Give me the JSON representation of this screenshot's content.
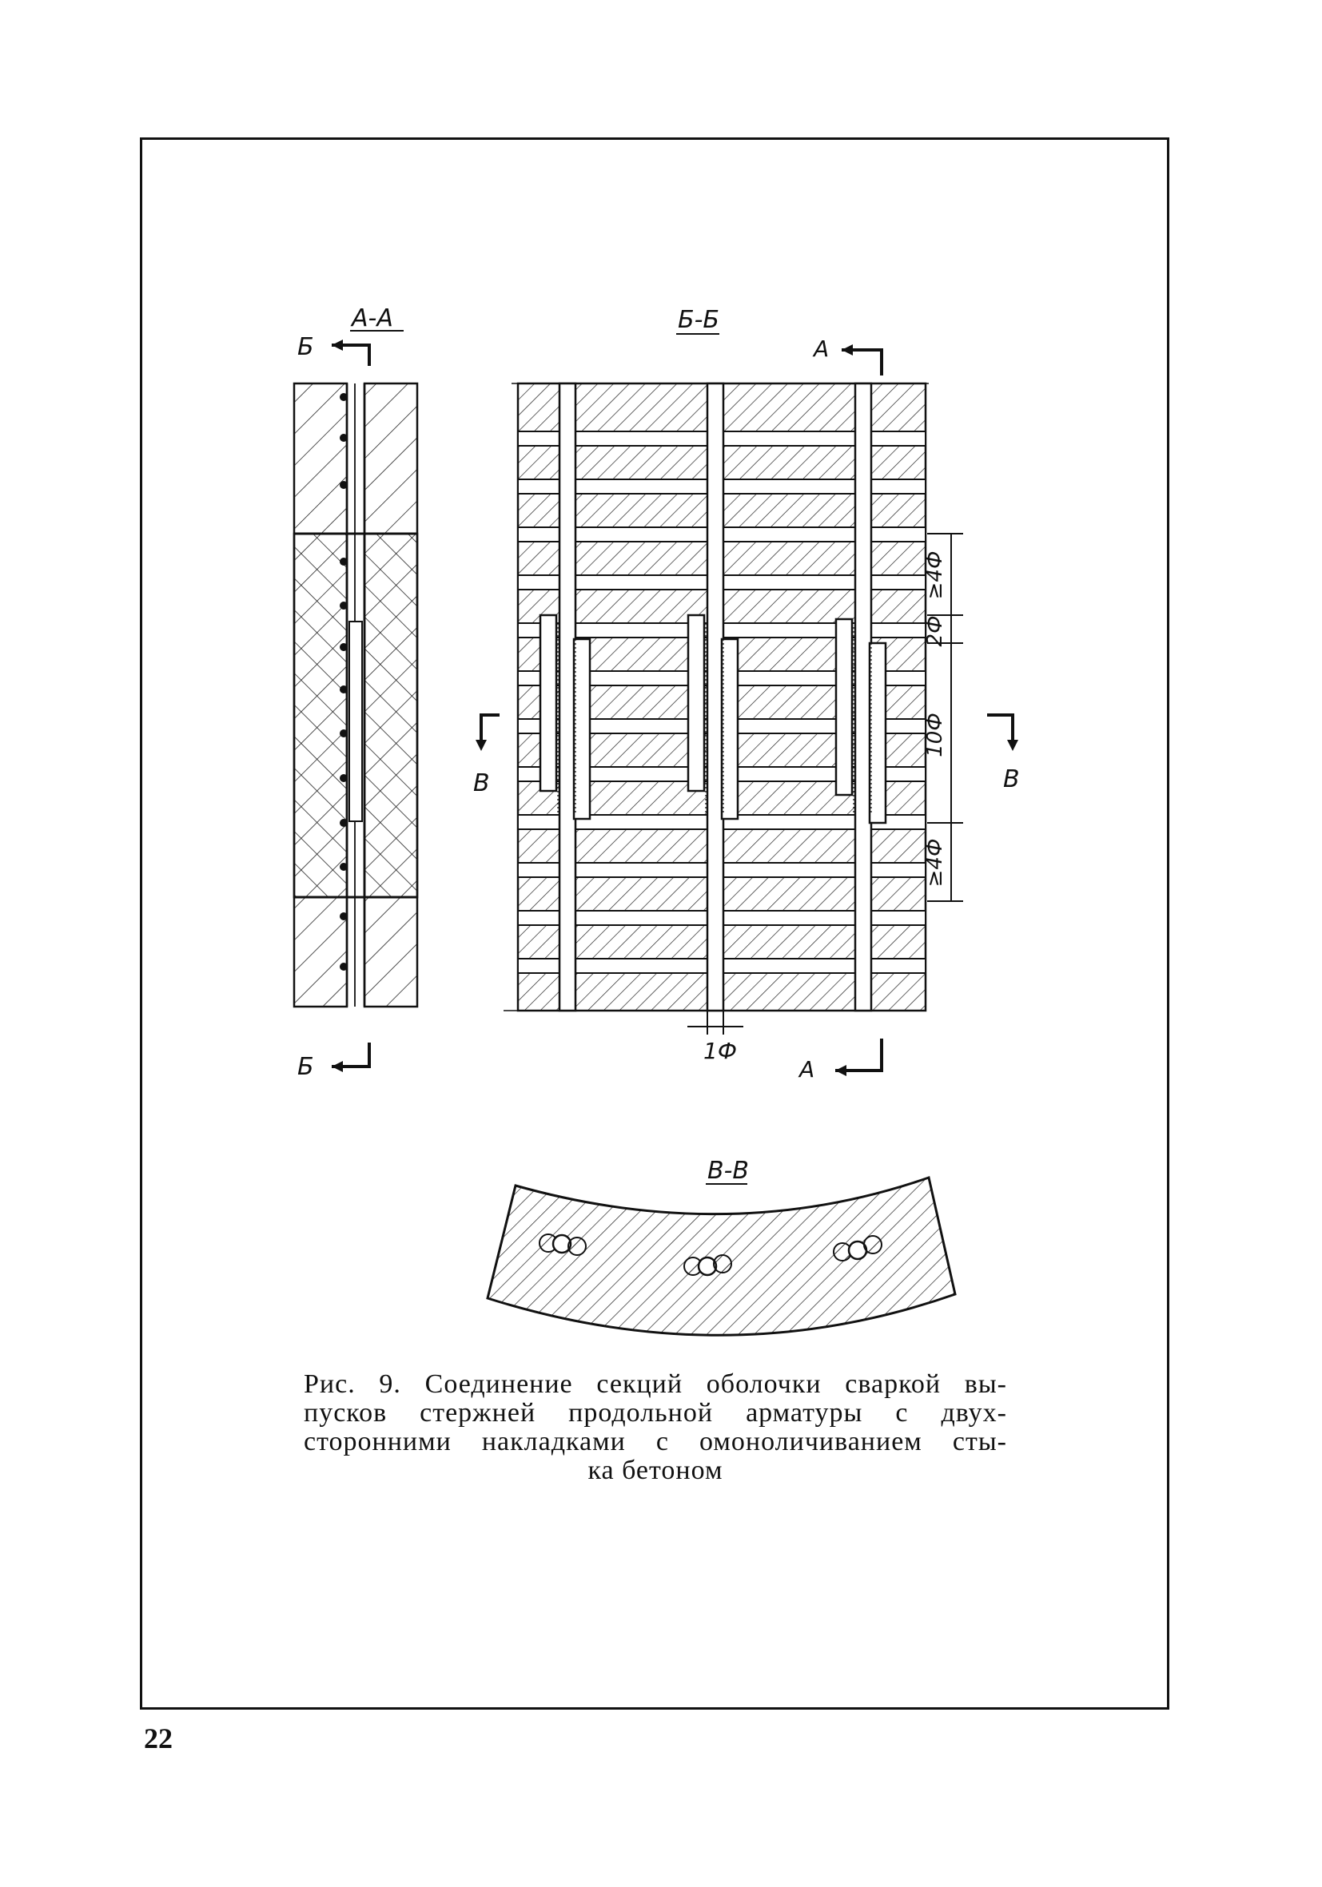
{
  "figure": {
    "section_aa": {
      "title": "А-А",
      "marker_top": "Б",
      "marker_bottom": "Б"
    },
    "section_bb": {
      "title": "Б-Б",
      "marker_top": "А",
      "marker_bottom": "А",
      "marker_left": "В",
      "marker_right": "В",
      "dim_1phi": "1Ф",
      "dim_ge4phi_top": "≥4Ф",
      "dim_2phi": "2Ф",
      "dim_10phi": "10Ф",
      "dim_ge4phi_bottom": "≥4Ф"
    },
    "section_vv": {
      "title": "В-В"
    }
  },
  "caption": {
    "line1": "Рис. 9. Соединение секций оболочки сваркой вы-",
    "line2": "пусков стержней продольной арматуры с двух-",
    "line3": "сторонними накладками с омоноличиванием сты-",
    "line4": "ка бетоном"
  },
  "page_number": "22"
}
